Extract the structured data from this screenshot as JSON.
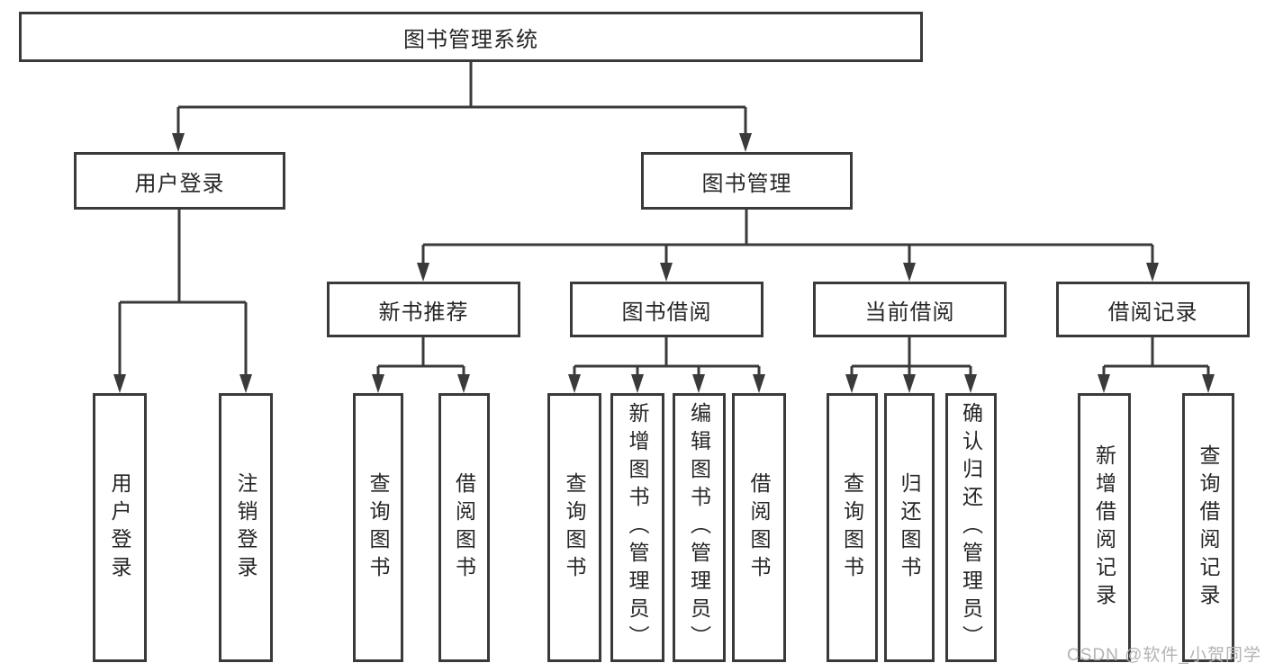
{
  "diagram": {
    "root": {
      "label": "图书管理系统",
      "children": [
        {
          "label": "用户登录",
          "children": [
            {
              "label": "用户登录"
            },
            {
              "label": "注销登录"
            }
          ]
        },
        {
          "label": "图书管理",
          "children": [
            {
              "label": "新书推荐",
              "children": [
                {
                  "label": "查询图书"
                },
                {
                  "label": "借阅图书"
                }
              ]
            },
            {
              "label": "图书借阅",
              "children": [
                {
                  "label": "查询图书"
                },
                {
                  "label": "新增图书（管理员）"
                },
                {
                  "label": "编辑图书（管理员）"
                },
                {
                  "label": "借阅图书"
                }
              ]
            },
            {
              "label": "当前借阅",
              "children": [
                {
                  "label": "查询图书"
                },
                {
                  "label": "归还图书"
                },
                {
                  "label": "确认归还（管理员）"
                }
              ]
            },
            {
              "label": "借阅记录",
              "children": [
                {
                  "label": "新增借阅记录"
                },
                {
                  "label": "查询借阅记录"
                }
              ]
            }
          ]
        }
      ]
    }
  },
  "colors": {
    "line": "#3a3a3a",
    "box_border": "#3a3a3a",
    "text": "#262626",
    "watermark": "#b3b3b3",
    "background": "#ffffff"
  },
  "watermark": {
    "text": "CSDN @软件_小贺同学"
  }
}
